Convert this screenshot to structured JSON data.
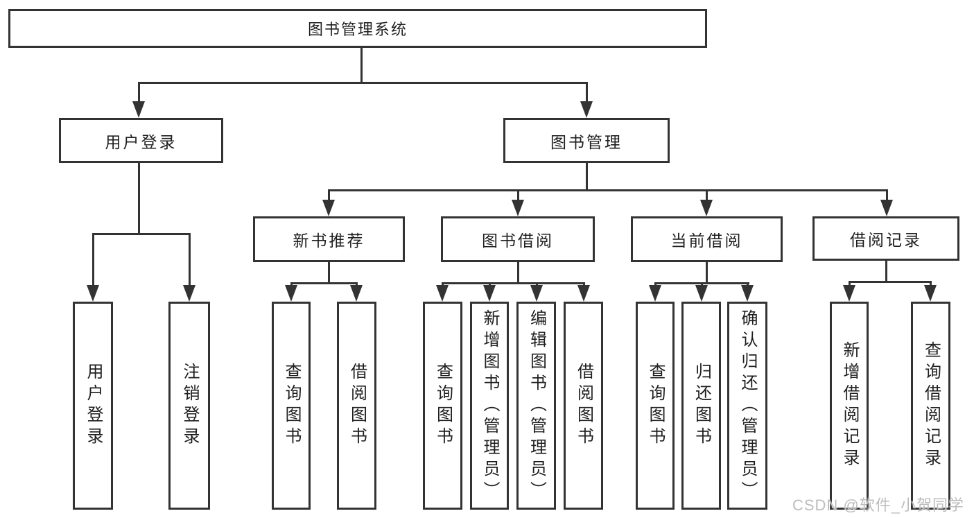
{
  "title": "图书管理系统",
  "tree": {
    "label": "图书管理系统",
    "children": [
      {
        "label": "用户登录",
        "children": [
          {
            "label": "用户登录"
          },
          {
            "label": "注销登录"
          }
        ]
      },
      {
        "label": "图书管理",
        "children": [
          {
            "label": "新书推荐",
            "children": [
              {
                "label": "查询图书"
              },
              {
                "label": "借阅图书"
              }
            ]
          },
          {
            "label": "图书借阅",
            "children": [
              {
                "label": "查询图书"
              },
              {
                "label": "新增图书（管理员）"
              },
              {
                "label": "编辑图书（管理员）"
              },
              {
                "label": "借阅图书"
              }
            ]
          },
          {
            "label": "当前借阅",
            "children": [
              {
                "label": "查询图书"
              },
              {
                "label": "归还图书"
              },
              {
                "label": "确认归还（管理员）"
              }
            ]
          },
          {
            "label": "借阅记录",
            "children": [
              {
                "label": "新增借阅记录"
              },
              {
                "label": "查询借阅记录"
              }
            ]
          }
        ]
      }
    ]
  },
  "watermark": {
    "text": "CSDN @软件_小贺同学"
  },
  "colors": {
    "line": "#333333",
    "box_border": "#333333",
    "box_background": "#ffffff",
    "text": "#1f1f1f",
    "watermark_text": "#bdbdbd",
    "page_background": "#ffffff"
  }
}
